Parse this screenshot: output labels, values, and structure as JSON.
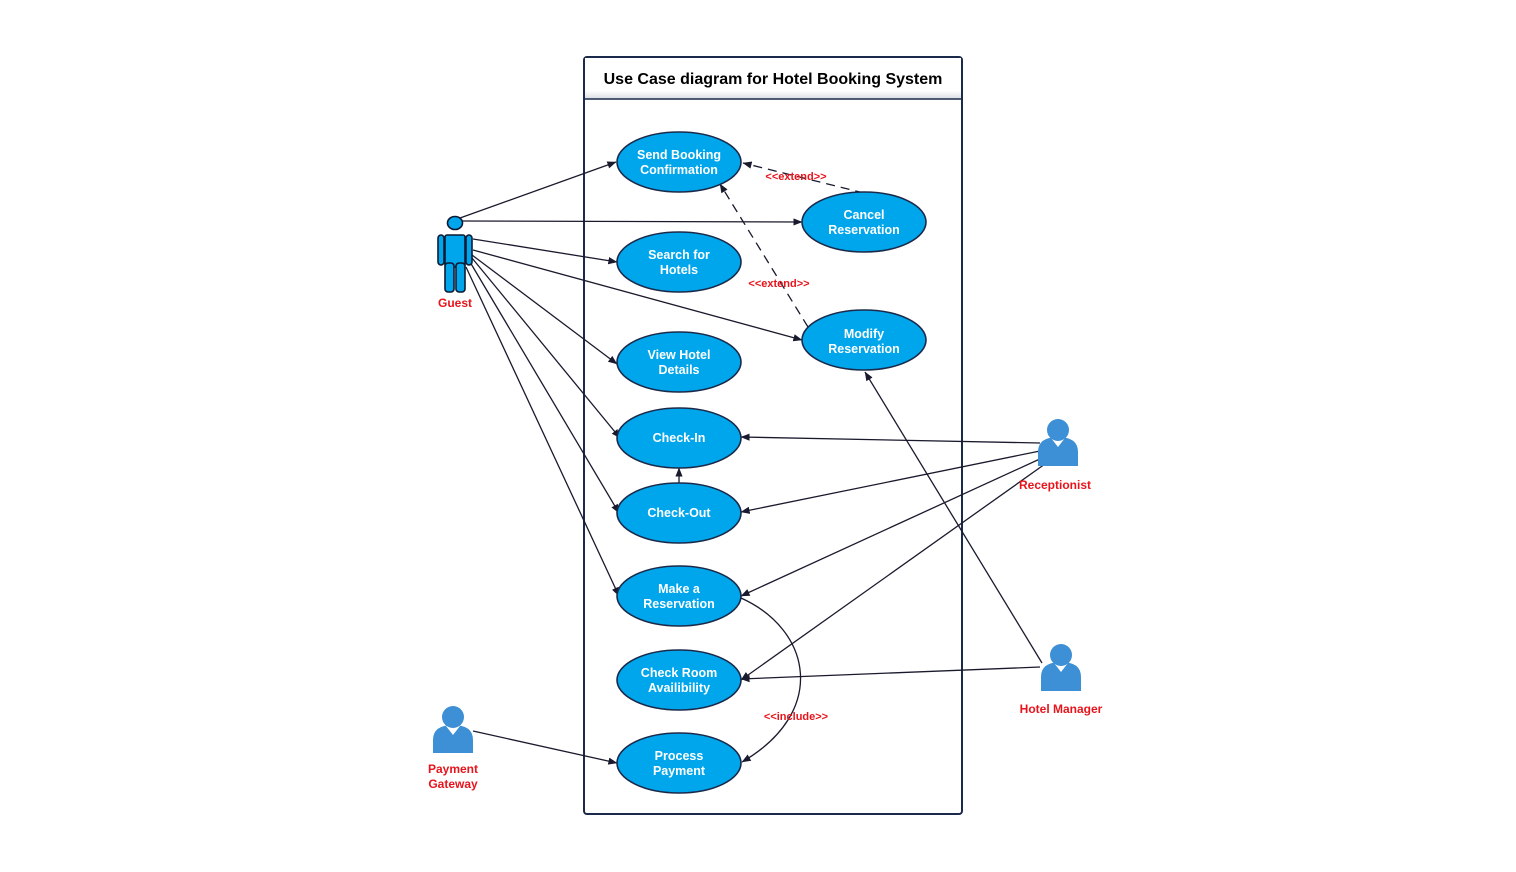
{
  "diagram": {
    "title": "Use Case diagram for Hotel Booking System",
    "colors": {
      "use_case_fill": "#00a6ec",
      "actor_label": "#e8141c",
      "relation_label": "#e8141c",
      "boundary_stroke": "#1b2a4a",
      "person_icon": "#3d8fd6"
    },
    "use_cases": {
      "send_booking_confirmation": [
        "Send Booking",
        "Confirmation"
      ],
      "cancel_reservation": [
        "Cancel",
        "Reservation"
      ],
      "search_for_hotels": [
        "Search for",
        "Hotels"
      ],
      "modify_reservation": [
        "Modify",
        "Reservation"
      ],
      "view_hotel_details": [
        "View Hotel",
        "Details"
      ],
      "check_in": [
        "Check-In"
      ],
      "check_out": [
        "Check-Out"
      ],
      "make_a_reservation": [
        "Make a",
        "Reservation"
      ],
      "check_room_availibility": [
        "Check Room",
        "Availibility"
      ],
      "process_payment": [
        "Process",
        "Payment"
      ]
    },
    "actors": {
      "guest": [
        "Guest"
      ],
      "receptionist": [
        "Receptionist"
      ],
      "hotel_manager": [
        "Hotel Manager"
      ],
      "payment_gateway": [
        "Payment",
        "Gateway"
      ]
    },
    "relations": {
      "extend_cancel": "<<extend>>",
      "extend_modify": "<<extend>>",
      "include_payment": "<<include>>"
    }
  }
}
